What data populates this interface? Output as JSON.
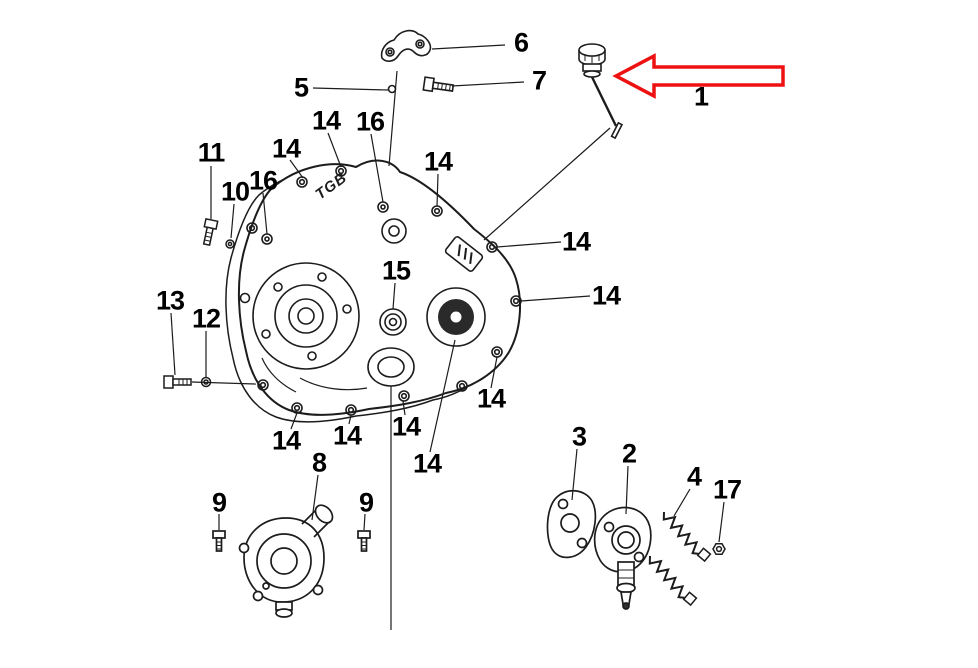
{
  "diagram": {
    "logo_text": "TGB",
    "line_color": "#1c1c1c",
    "arrow_color": "#ed1111",
    "highlight_arrow": {
      "direction": "left",
      "points_to_ref": "1"
    },
    "callouts": [
      {
        "ref": "6"
      },
      {
        "ref": "5"
      },
      {
        "ref": "7"
      },
      {
        "ref": "1"
      },
      {
        "ref": "14"
      },
      {
        "ref": "16"
      },
      {
        "ref": "14"
      },
      {
        "ref": "11"
      },
      {
        "ref": "16"
      },
      {
        "ref": "10"
      },
      {
        "ref": "14"
      },
      {
        "ref": "14"
      },
      {
        "ref": "15"
      },
      {
        "ref": "14"
      },
      {
        "ref": "13"
      },
      {
        "ref": "12"
      },
      {
        "ref": "14"
      },
      {
        "ref": "14"
      },
      {
        "ref": "14"
      },
      {
        "ref": "14"
      },
      {
        "ref": "14"
      },
      {
        "ref": "8"
      },
      {
        "ref": "3"
      },
      {
        "ref": "2"
      },
      {
        "ref": "9"
      },
      {
        "ref": "9"
      },
      {
        "ref": "4"
      },
      {
        "ref": "17"
      }
    ]
  }
}
